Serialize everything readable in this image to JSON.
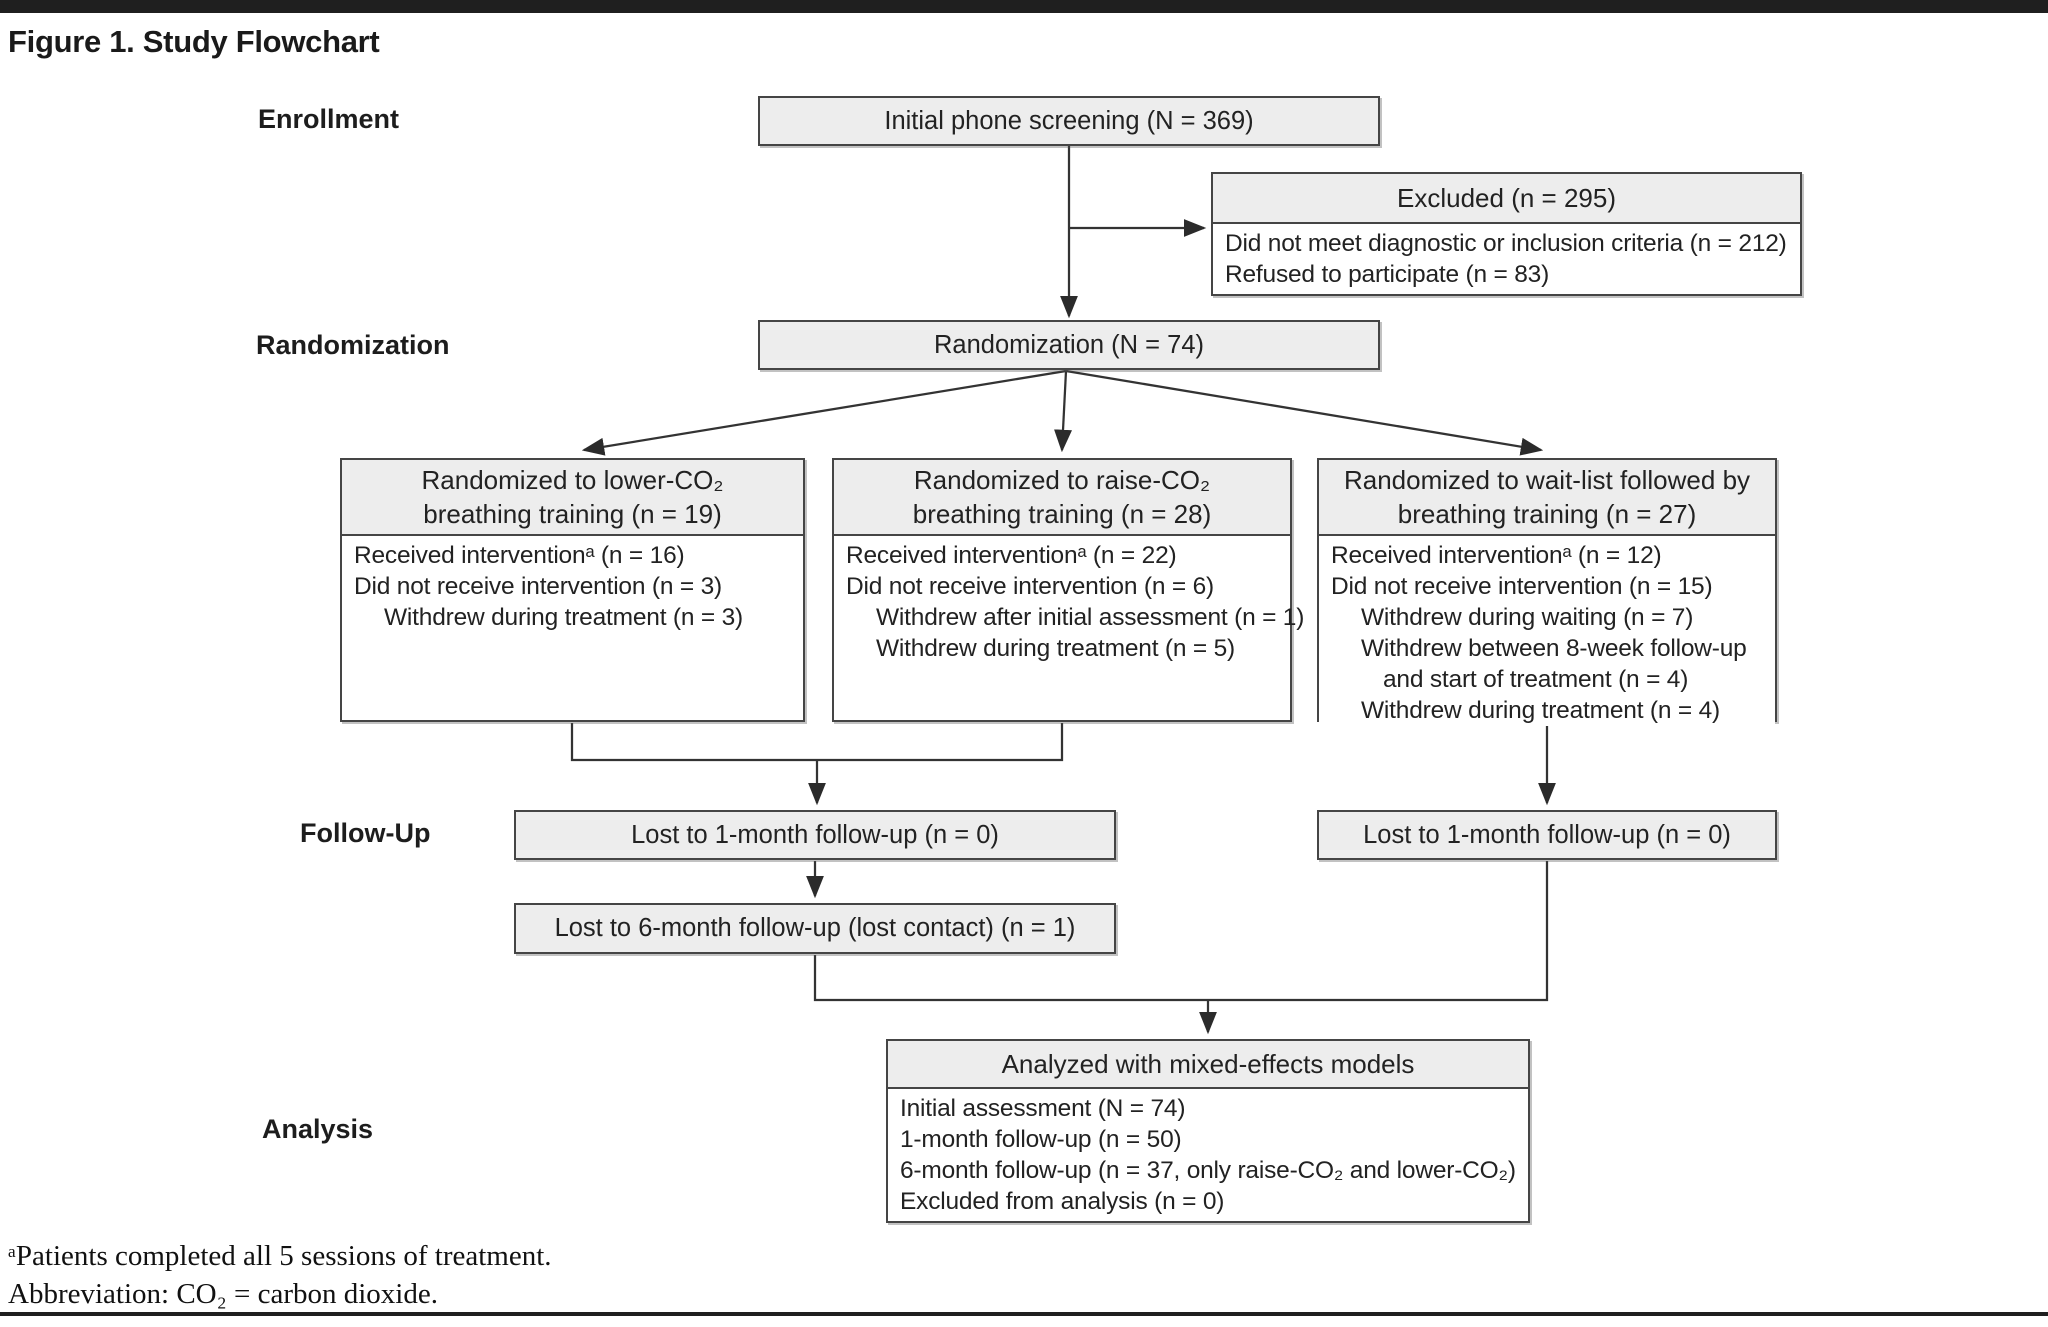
{
  "page": {
    "title": "Figure 1. Study Flowchart"
  },
  "stages": {
    "enrollment": "Enrollment",
    "randomization": "Randomization",
    "follow_up": "Follow-Up",
    "analysis": "Analysis"
  },
  "boxes": {
    "initial_screening": {
      "label": "Initial phone screening (N = 369)"
    },
    "excluded": {
      "title": "Excluded (n = 295)",
      "lines": [
        "Did not meet diagnostic or inclusion criteria (n = 212)",
        "Refused to participate (n = 83)"
      ]
    },
    "randomization": {
      "label": "Randomization (N = 74)"
    },
    "arm_lower_co2": {
      "title_lines": [
        "Randomized to lower-CO₂",
        "breathing training (n = 19)"
      ],
      "lines": [
        "Received interventionᵃ (n = 16)",
        "Did not receive intervention (n = 3)",
        "Withdrew during treatment (n = 3)"
      ]
    },
    "arm_raise_co2": {
      "title_lines": [
        "Randomized to raise-CO₂",
        "breathing training (n = 28)"
      ],
      "lines": [
        "Received interventionᵃ (n = 22)",
        "Did not receive intervention (n = 6)",
        "Withdrew after initial assessment (n = 1)",
        "Withdrew during treatment (n = 5)"
      ]
    },
    "arm_waitlist": {
      "title_lines": [
        "Randomized to wait-list followed by",
        "breathing training (n = 27)"
      ],
      "lines": [
        "Received interventionᵃ (n = 12)",
        "Did not receive intervention (n = 15)",
        "Withdrew during waiting (n = 7)",
        "Withdrew between 8-week follow-up",
        "and start of treatment (n = 4)",
        "Withdrew during treatment (n = 4)"
      ]
    },
    "lost_1month_left": {
      "label": "Lost to 1-month follow-up (n = 0)"
    },
    "lost_1month_right": {
      "label": "Lost to 1-month follow-up (n = 0)"
    },
    "lost_6month": {
      "label": "Lost to 6-month follow-up (lost contact) (n = 1)"
    },
    "analyzed": {
      "title": "Analyzed with mixed-effects models",
      "lines": [
        "Initial assessment (N = 74)",
        "1-month follow-up (n = 50)",
        "6-month follow-up (n = 37, only raise-CO₂ and lower-CO₂)",
        "Excluded from analysis (n = 0)"
      ]
    }
  },
  "footnotes": {
    "a": "ᵃPatients completed all 5 sessions of treatment.",
    "abbreviation": "Abbreviation: CO₂ = carbon dioxide."
  },
  "colors": {
    "box_fill": "#ededed",
    "box_border": "#454545",
    "line": "#333333",
    "text": "#222222",
    "rule": "#1f1f1f"
  }
}
